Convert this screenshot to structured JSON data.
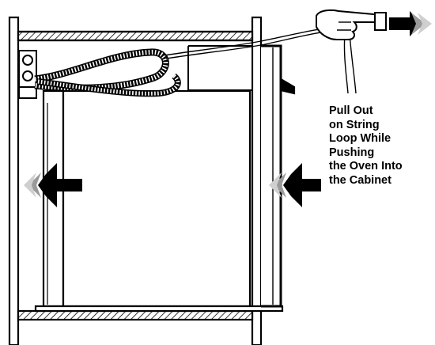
{
  "caption": {
    "lines": [
      "Pull Out",
      "on String",
      "Loop While",
      "Pushing",
      "the Oven Into",
      "the Cabinet"
    ]
  },
  "colors": {
    "ink": "#000000",
    "paper": "#ffffff",
    "arrow_fill": "#000000",
    "arrow_fade": "#9a9a9a"
  },
  "icons": {
    "pull_hand": "hand-pulling-string-icon",
    "pull_arrow": "arrow-right-icon",
    "push_arrows": "arrow-left-icon"
  }
}
